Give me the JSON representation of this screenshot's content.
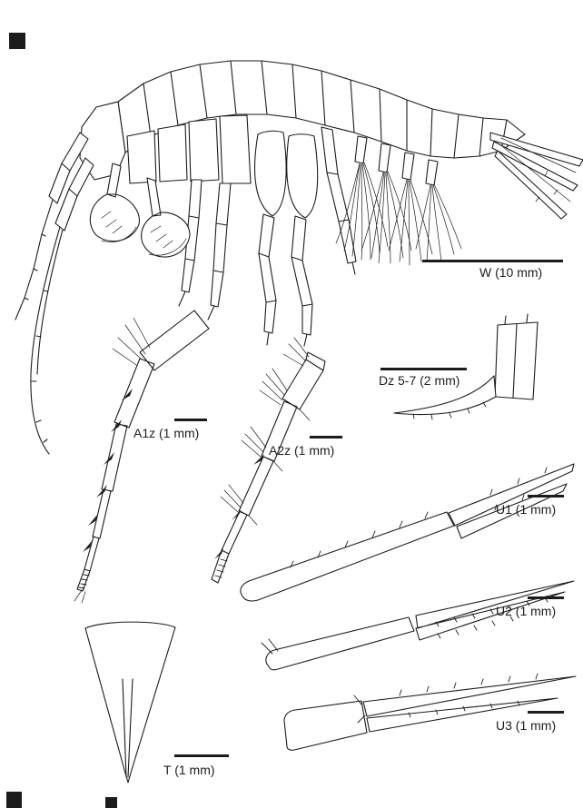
{
  "colors": {
    "background": "#ffffff",
    "ink": "#1c1c1c"
  },
  "labels": {
    "w": {
      "text": "W (10 mm)"
    },
    "dz": {
      "text": "Dz 5-7 (2 mm)"
    },
    "a1z": {
      "text": "A1z (1 mm)"
    },
    "a2z": {
      "text": "A2z (1 mm)"
    },
    "u1": {
      "text": "U1 (1 mm)"
    },
    "u2": {
      "text": "U2 (1 mm)"
    },
    "u3": {
      "text": "U3 (1 mm)"
    },
    "t": {
      "text": "T (1 mm)"
    }
  }
}
